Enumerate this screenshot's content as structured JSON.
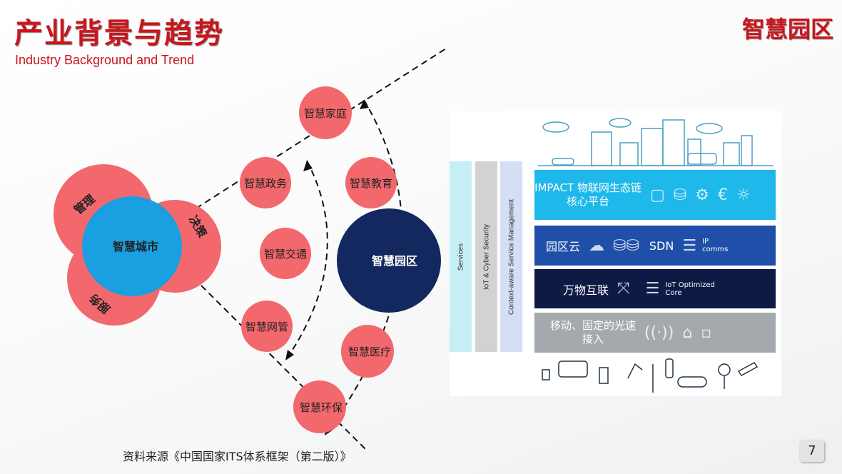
{
  "header": {
    "title": "产业背景与趋势",
    "subtitle": "Industry Background and Trend",
    "brand": "智慧园区"
  },
  "diagram": {
    "city_circles": {
      "core": "智慧城市",
      "top": "管理",
      "right": "决策",
      "bottom": "服务"
    },
    "nodes": [
      "智慧家庭",
      "智慧政务",
      "智慧教育",
      "智慧交通",
      "智慧园区",
      "智慧网管",
      "智慧医疗",
      "智慧环保"
    ]
  },
  "panel": {
    "vertical_bars": [
      "Services",
      "IoT & Cyber Security",
      "Context-aware Service Management"
    ],
    "layers": {
      "impact": "IMPACT 物联网生态链核心平台",
      "cloud": "园区云",
      "sdn": "SDN",
      "ip_comms": "IP comms",
      "iot": "万物互联",
      "iot_core": "IoT Optimized Core",
      "access": "移动、固定的光速接入"
    }
  },
  "footer": {
    "source": "资料来源《中国国家ITS体系框架（第二版）》",
    "page": "7"
  },
  "colors": {
    "red": "#c8161d",
    "pink": "#f2686c",
    "blue": "#1a9fe0",
    "navy": "#13285e"
  }
}
